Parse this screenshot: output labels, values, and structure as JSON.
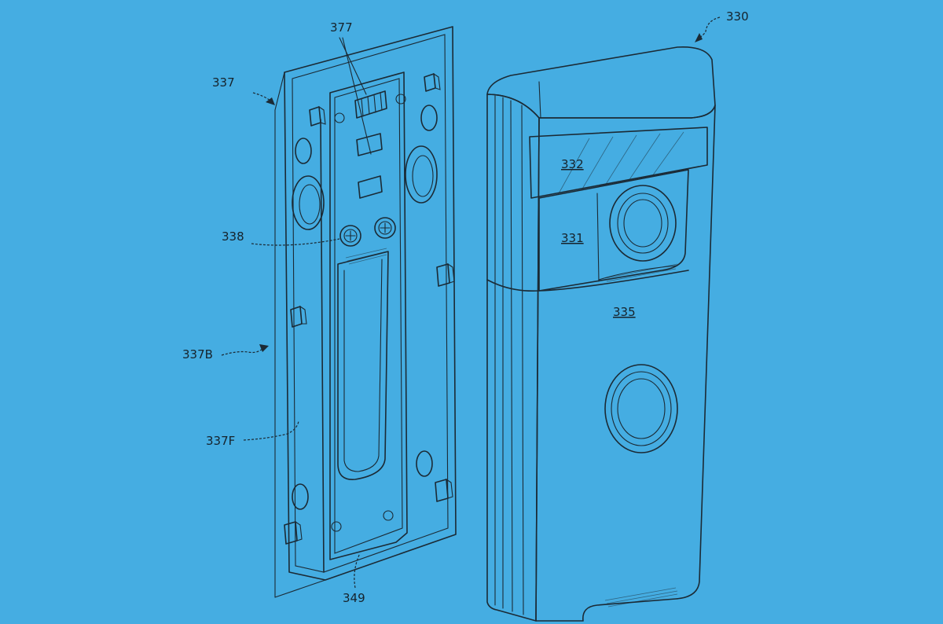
{
  "labels": {
    "ref_330": "330",
    "ref_337": "337",
    "ref_377": "377",
    "ref_338": "338",
    "ref_337B": "337B",
    "ref_337F": "337F",
    "ref_349": "349",
    "ref_332": "332",
    "ref_331": "331",
    "ref_335": "335"
  },
  "colors": {
    "background": "#45ade2",
    "line": "#1b2a35"
  }
}
